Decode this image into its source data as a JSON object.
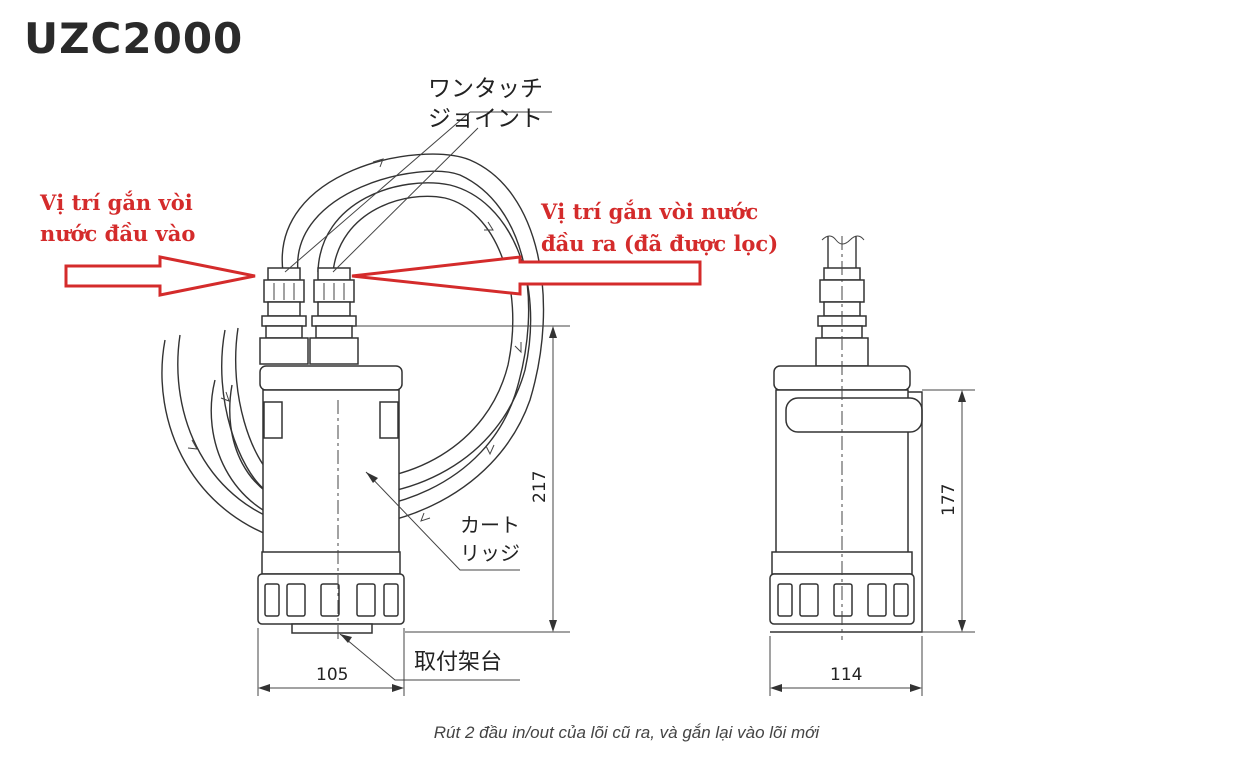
{
  "title": "UZC2000",
  "labels": {
    "one_touch_joint_line1": "ワンタッチ",
    "one_touch_joint_line2": "ジョイント",
    "cartridge_line1": "カート",
    "cartridge_line2": "リッジ",
    "mount_stand": "取付架台",
    "dim_height_front": "217",
    "dim_height_side": "177",
    "dim_width_front": "105",
    "dim_width_side": "114"
  },
  "annotations": {
    "inlet_line1": "Vị trí gắn vòi",
    "inlet_line2": "nước đầu vào",
    "outlet_line1": "Vị trí gắn vòi nước",
    "outlet_line2": "đầu ra (đã được lọc)"
  },
  "caption": "Rút 2 đầu in/out của lõi cũ ra, và gắn lại vào lõi mới",
  "colors": {
    "annotation": "#d42b2b",
    "line": "#333333"
  }
}
